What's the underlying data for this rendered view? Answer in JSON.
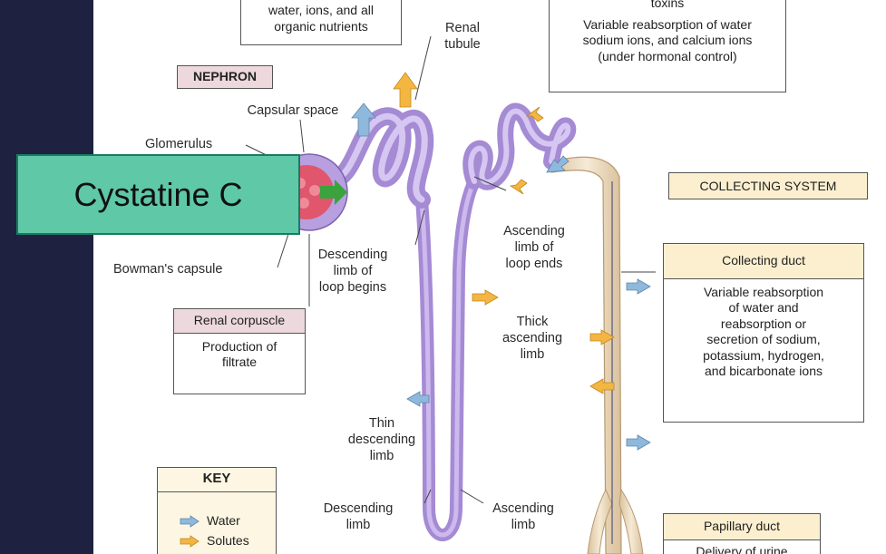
{
  "top_left_box": {
    "line1": "water, ions, and all",
    "line2": "organic nutrients"
  },
  "top_right_box": {
    "line0": "toxins",
    "line1": "Variable reabsorption of water",
    "line2": "sodium ions, and calcium ions",
    "line3": "(under hormonal control)"
  },
  "nephron_label": "NEPHRON",
  "collecting_system_label": "COLLECTING SYSTEM",
  "renal_tubule": {
    "line1": "Renal",
    "line2": "tubule"
  },
  "capsular_space": "Capsular space",
  "glomerulus": "Glomerulus",
  "bowmans_capsule": "Bowman's capsule",
  "descending_limb_begins": {
    "line1": "Descending",
    "line2": "limb of",
    "line3": "loop begins"
  },
  "ascending_limb_ends": {
    "line1": "Ascending",
    "line2": "limb of",
    "line3": "loop ends"
  },
  "thick_ascending": {
    "line1": "Thick",
    "line2": "ascending",
    "line3": "limb"
  },
  "thin_descending": {
    "line1": "Thin",
    "line2": "descending",
    "line3": "limb"
  },
  "descending_limb": {
    "line1": "Descending",
    "line2": "limb"
  },
  "ascending_limb": {
    "line1": "Ascending",
    "line2": "limb"
  },
  "renal_corpuscle_box": {
    "title": "Renal corpuscle",
    "line1": "Production of",
    "line2": "filtrate"
  },
  "collecting_duct_box": {
    "title": "Collecting duct",
    "line1": "Variable reabsorption",
    "line2": "of water and",
    "line3": "reabsorption or",
    "line4": "secretion of sodium,",
    "line5": "potassium, hydrogen,",
    "line6": "and bicarbonate ions"
  },
  "papillary_duct_box": {
    "title": "Papillary duct",
    "line1": "Delivery of urine"
  },
  "key": {
    "title": "KEY",
    "water": "Water",
    "solutes": "Solutes"
  },
  "overlay_label": "Cystatine C",
  "colors": {
    "slide_background": "#1f2140",
    "tubule": "#b9a3dc",
    "collecting_duct": "#efe0c6",
    "water_arrow": "#8fb9dc",
    "solute_arrow": "#f3b642",
    "overlay": "#5fc8a6",
    "glomerulus": "#e0566c",
    "green_arrow": "#3aa33d"
  }
}
